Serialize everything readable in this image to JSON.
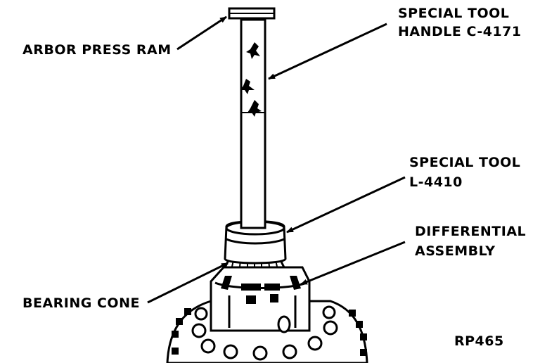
{
  "labels": {
    "arbor_press_ram": "ARBOR PRESS RAM",
    "handle_line1": "SPECIAL TOOL",
    "handle_line2": "HANDLE C-4171",
    "tool_line1": "SPECIAL TOOL",
    "tool_line2": "L-4410",
    "diff_line1": "DIFFERENTIAL",
    "diff_line2": "ASSEMBLY",
    "bearing_cone": "BEARING CONE",
    "figure_id": "RP465"
  }
}
